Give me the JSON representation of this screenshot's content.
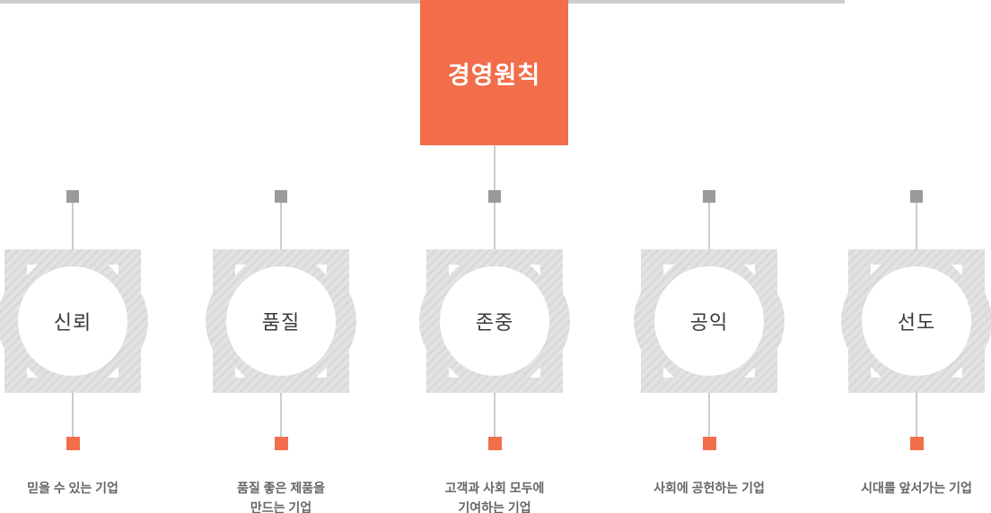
{
  "title": {
    "text": "경영원칙"
  },
  "nodes": [
    {
      "label": "신뢰",
      "caption_line1": "믿을 수 있는 기업",
      "caption_line2": ""
    },
    {
      "label": "품질",
      "caption_line1": "품질 좋은 제품을",
      "caption_line2": "만드는 기업"
    },
    {
      "label": "존중",
      "caption_line1": "고객과 사회 모두에",
      "caption_line2": "기여하는 기업"
    },
    {
      "label": "공익",
      "caption_line1": "사회에 공헌하는 기업",
      "caption_line2": ""
    },
    {
      "label": "선도",
      "caption_line1": "시대를 앞서가는 기업",
      "caption_line2": ""
    }
  ],
  "colors": {
    "accent_orange": "#f26d4a",
    "title_text": "#ffffff",
    "connector_gray": "#cccccc",
    "horizontal_line_gray": "#cdcdcd",
    "junction_gray": "#9a9a9a",
    "hatch_dark": "#d9d9d9",
    "hatch_light": "#e3e3e3",
    "node_text": "#3a3a3a",
    "caption_text": "#666666",
    "background": "#ffffff"
  }
}
